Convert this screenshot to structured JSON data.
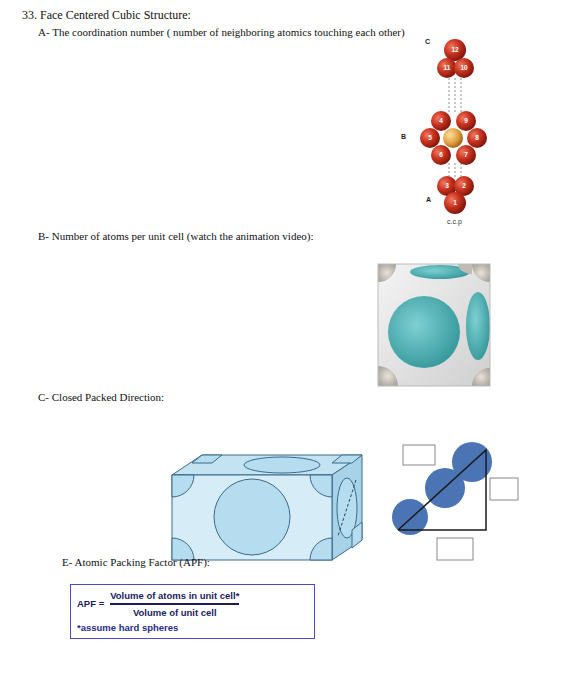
{
  "diagram": {
    "title": "33. Face Centered Cubic Structure:",
    "nodes": [
      {
        "text": [
          "APF =",
          "Volume of atoms in unit cell*",
          "Volume of unit cell",
          "*assume hard spheres"
        ]
      }
    ],
    "labels": [
      "A- The coordination number ( number of neighboring atomics touching each other)",
      "12",
      "11",
      "10",
      "C",
      "4",
      "9",
      "B",
      "5",
      "8",
      "6",
      "7",
      "3",
      "2",
      "1",
      "A",
      "c.c.p",
      "B- Number of atoms per unit cell (watch the animation video):",
      "C- Closed Packed Direction:",
      "E- Atomic Packing Factor (APF):"
    ]
  }
}
